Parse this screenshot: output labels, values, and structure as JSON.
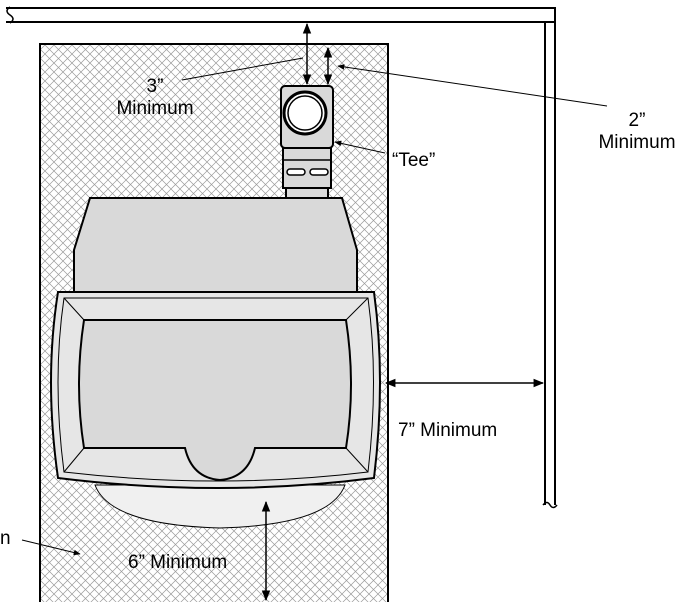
{
  "labels": {
    "top_left_clearance": [
      "3”",
      "Minimum"
    ],
    "top_right_clearance": [
      "2”",
      "Minimum"
    ],
    "tee": "“Tee”",
    "side_clearance": "7” Minimum",
    "bottom_clearance": "6” Minimum",
    "cut_off_label": "n"
  },
  "colors": {
    "line": "#000000",
    "floor_fill": "#ffffff",
    "appliance_fill": "#d9d9d9",
    "appliance_light": "#e6e6e6",
    "tray_fill": "#f0f0f0"
  }
}
